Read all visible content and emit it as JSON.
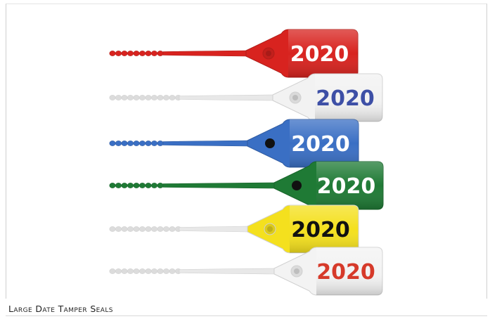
{
  "caption": "Large Date Tamper Seals",
  "seals": [
    {
      "year": "2020",
      "body_color": "#d8231f",
      "text_color": "#ffffff",
      "hole": "light"
    },
    {
      "year": "2020",
      "body_color": "#f2f2f2",
      "text_color": "#3d4fa6",
      "hole": "light"
    },
    {
      "year": "2020",
      "body_color": "#3a6fc4",
      "text_color": "#ffffff",
      "hole": "dark"
    },
    {
      "year": "2020",
      "body_color": "#1f7a35",
      "text_color": "#ffffff",
      "hole": "dark"
    },
    {
      "year": "2020",
      "body_color": "#f4e01e",
      "text_color": "#111111",
      "hole": "light"
    },
    {
      "year": "2020",
      "body_color": "#f3f3f3",
      "text_color": "#d63a2a",
      "hole": "light"
    }
  ]
}
